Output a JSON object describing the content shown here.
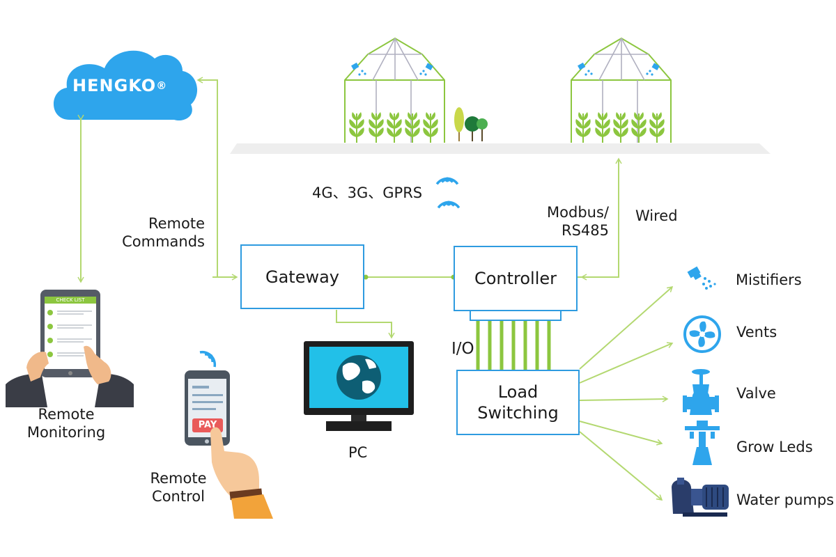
{
  "brand": {
    "name": "HENGKO",
    "mark": "®"
  },
  "network_label": "4G、3G、GPRS",
  "protocol": {
    "line1": "Modbus/",
    "line2": "RS485"
  },
  "wired_label": "Wired",
  "remote_commands": {
    "line1": "Remote",
    "line2": "Commands"
  },
  "gateway_label": "Gateway",
  "controller_label": "Controller",
  "io_label": "I/O",
  "load_switching": {
    "line1": "Load",
    "line2": "Switching"
  },
  "pc_label": "PC",
  "remote_monitoring": {
    "line1": "Remote",
    "line2": "Monitoring"
  },
  "remote_control": {
    "line1": "Remote",
    "line2": "Control"
  },
  "tablet_header": "CHECK LIST",
  "pay_label": "PAY",
  "outputs": [
    {
      "label": "Mistifiers",
      "icon": "mist-nozzle-icon"
    },
    {
      "label": "Vents",
      "icon": "fan-icon"
    },
    {
      "label": "Valve",
      "icon": "valve-icon"
    },
    {
      "label": "Grow Leds",
      "icon": "grow-led-icon"
    },
    {
      "label": "Water pumps",
      "icon": "water-pump-icon"
    }
  ],
  "colors": {
    "accent": "#2e9be0",
    "connector": "#b3d870",
    "cloud": "#2ea5ec",
    "leaf": "#8cc63f"
  }
}
